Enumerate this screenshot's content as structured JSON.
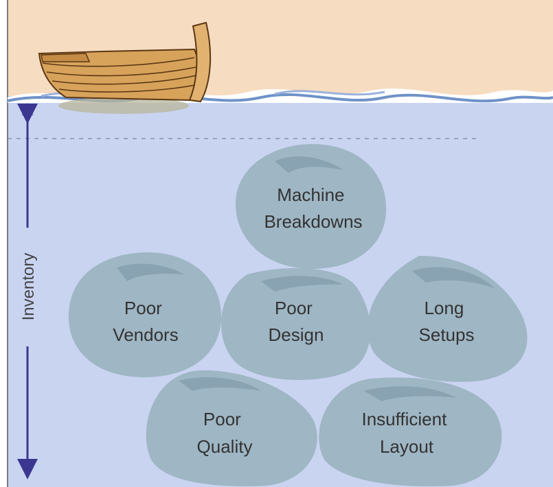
{
  "diagram": {
    "axis_label": "Inventory",
    "rocks": [
      {
        "id": "machine-breakdowns",
        "line1": "Machine",
        "line2": "Breakdowns"
      },
      {
        "id": "poor-vendors",
        "line1": "Poor",
        "line2": "Vendors"
      },
      {
        "id": "poor-design",
        "line1": "Poor",
        "line2": "Design"
      },
      {
        "id": "long-setups",
        "line1": "Long",
        "line2": "Setups"
      },
      {
        "id": "poor-quality",
        "line1": "Poor",
        "line2": "Quality"
      },
      {
        "id": "insufficient-layout",
        "line1": "Insufficient",
        "line2": "Layout"
      }
    ]
  },
  "colors": {
    "sky": "#f6dcc0",
    "water": "#c9d4f1",
    "rock": "#9fb6c4",
    "rock_shadow": "#8aa3b2",
    "arrow": "#3b3790",
    "boat": "#d7a35a",
    "boat_lines": "#5a3613",
    "wave_dark": "#6f92c8",
    "wave_light": "#ffffff"
  }
}
